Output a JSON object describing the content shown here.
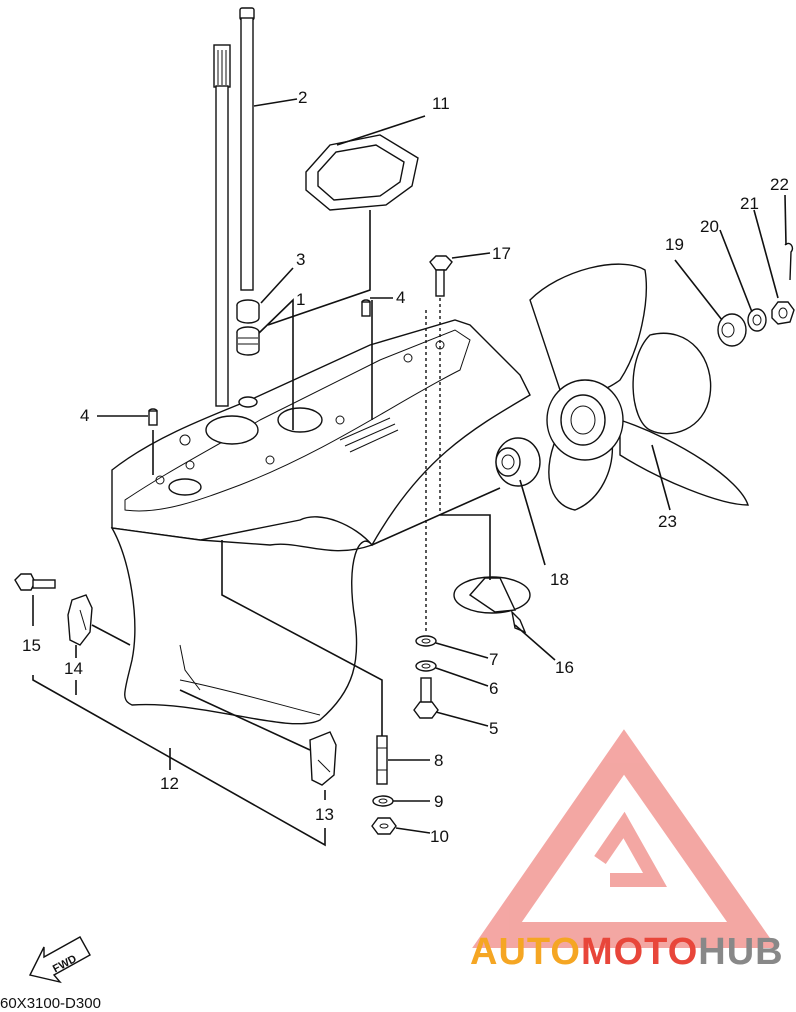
{
  "diagram_code": "60X3100-D300",
  "fwd_label": "FWD",
  "watermark": {
    "text_a": "AUTO",
    "text_b": "MOTO",
    "text_c": "HUB",
    "color_a": "#f5a623",
    "color_b": "#e8463a",
    "color_c": "#888888",
    "logo_color": "#f08a85"
  },
  "callouts": [
    {
      "id": "c1",
      "label": "1"
    },
    {
      "id": "c2",
      "label": "2"
    },
    {
      "id": "c3",
      "label": "3"
    },
    {
      "id": "c4a",
      "label": "4"
    },
    {
      "id": "c4b",
      "label": "4"
    },
    {
      "id": "c5",
      "label": "5"
    },
    {
      "id": "c6",
      "label": "6"
    },
    {
      "id": "c7",
      "label": "7"
    },
    {
      "id": "c8",
      "label": "8"
    },
    {
      "id": "c9",
      "label": "9"
    },
    {
      "id": "c10",
      "label": "10"
    },
    {
      "id": "c11",
      "label": "11"
    },
    {
      "id": "c12",
      "label": "12"
    },
    {
      "id": "c13",
      "label": "13"
    },
    {
      "id": "c14",
      "label": "14"
    },
    {
      "id": "c15",
      "label": "15"
    },
    {
      "id": "c16",
      "label": "16"
    },
    {
      "id": "c17",
      "label": "17"
    },
    {
      "id": "c18",
      "label": "18"
    },
    {
      "id": "c19",
      "label": "19"
    },
    {
      "id": "c20",
      "label": "20"
    },
    {
      "id": "c21",
      "label": "21"
    },
    {
      "id": "c22",
      "label": "22"
    },
    {
      "id": "c23",
      "label": "23"
    }
  ]
}
